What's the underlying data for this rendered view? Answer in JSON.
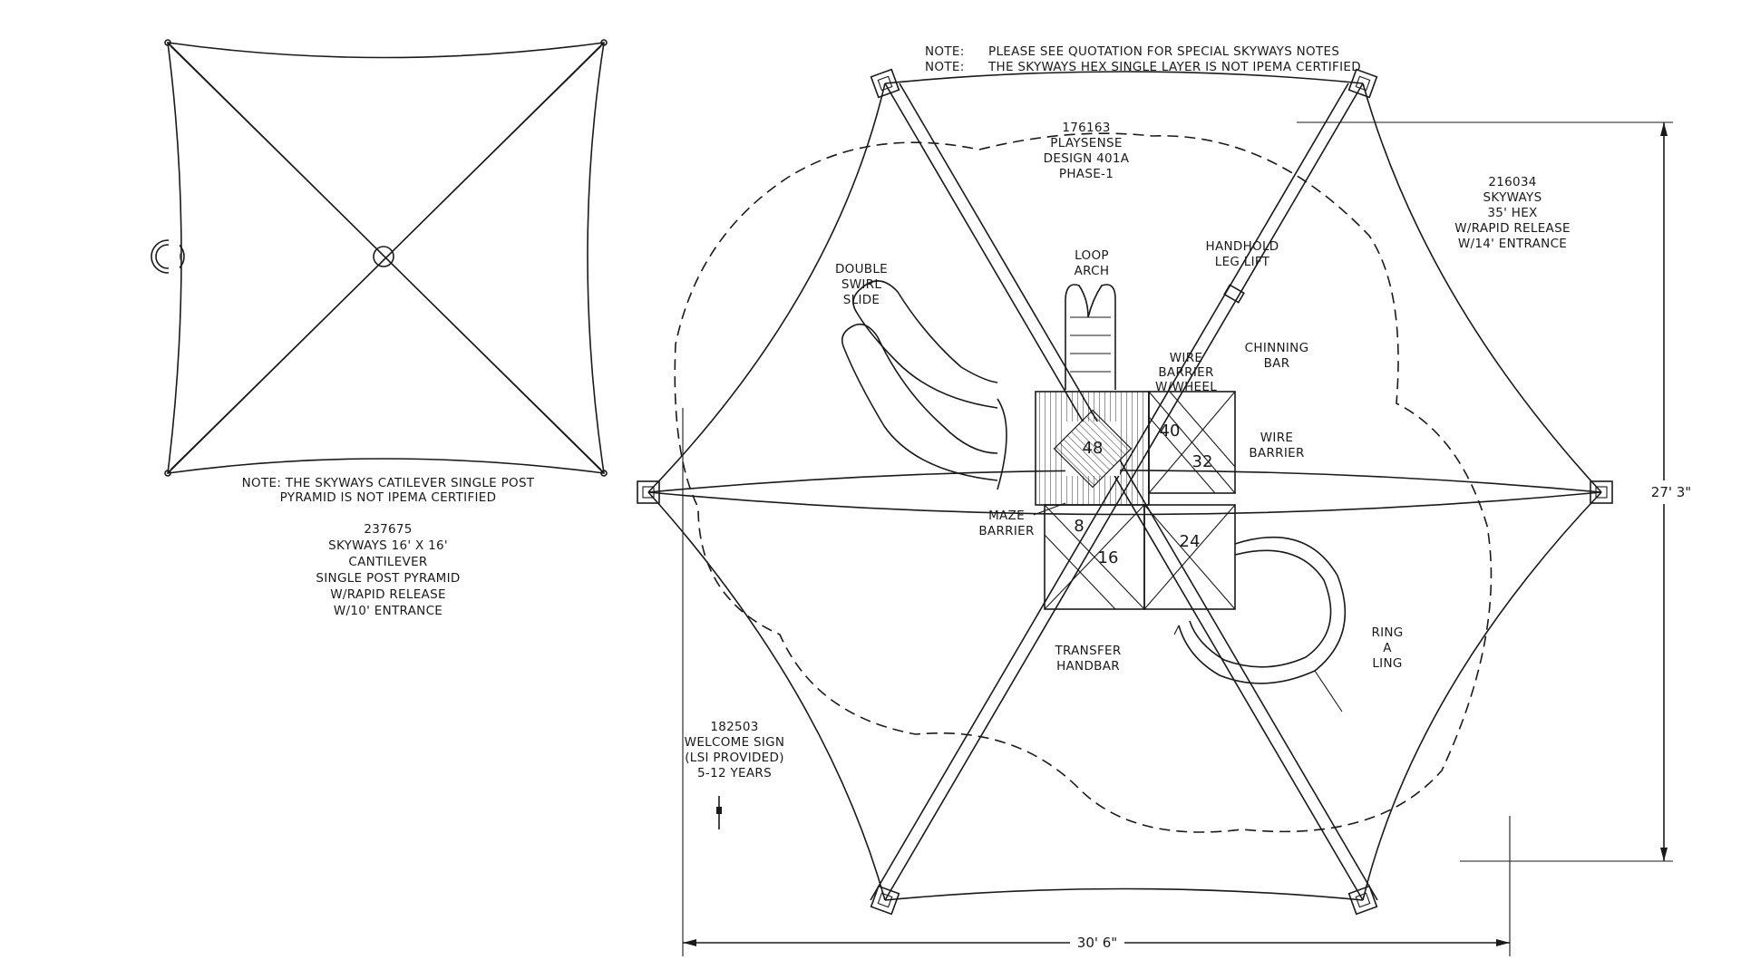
{
  "notes": {
    "note_label": "NOTE:",
    "note_1": "PLEASE SEE QUOTATION FOR SPECIAL SKYWAYS NOTES",
    "note_2": "THE SKYWAYS HEX SINGLE LAYER IS NOT IPEMA CERTIFIED"
  },
  "pyramid": {
    "note_lines": [
      "NOTE: THE SKYWAYS CATILEVER SINGLE POST",
      "PYRAMID IS NOT IPEMA CERTIFIED"
    ],
    "label_lines": [
      "237675",
      "SKYWAYS 16' X 16'",
      "CANTILEVER",
      "SINGLE POST PYRAMID",
      "W/RAPID RELEASE",
      "W/10' ENTRANCE"
    ]
  },
  "hex": {
    "label_lines": [
      "216034",
      "SKYWAYS",
      "35' HEX",
      "W/RAPID RELEASE",
      "W/14' ENTRANCE"
    ]
  },
  "playsense": {
    "label_lines": [
      "176163",
      "PLAYSENSE",
      "DESIGN 401A",
      "PHASE-1"
    ]
  },
  "components": {
    "loop_arch": [
      "LOOP",
      "ARCH"
    ],
    "handhold": [
      "HANDHOLD",
      "LEG LIFT"
    ],
    "double_swirl": [
      "DOUBLE",
      "SWIRL",
      "SLIDE"
    ],
    "wire_barrier_wheel": [
      "WIRE",
      "BARRIER",
      "W/WHEEL"
    ],
    "chinning_bar": [
      "CHINNING",
      "BAR"
    ],
    "wire_barrier": [
      "WIRE",
      "BARRIER"
    ],
    "maze_barrier": [
      "MAZE",
      "BARRIER"
    ],
    "transfer_handbar": [
      "TRANSFER",
      "HANDBAR"
    ],
    "ring_a_ling": [
      "RING",
      "A",
      "LING"
    ],
    "welcome_sign": [
      "182503",
      "WELCOME SIGN",
      "(LSI PROVIDED)",
      "5-12 YEARS"
    ]
  },
  "deck_numbers": {
    "d48": "48",
    "d40": "40",
    "d32": "32",
    "d8": "8",
    "d16": "16",
    "d24": "24"
  },
  "dimensions": {
    "height": "27' 3\"",
    "width": "30' 6\""
  }
}
